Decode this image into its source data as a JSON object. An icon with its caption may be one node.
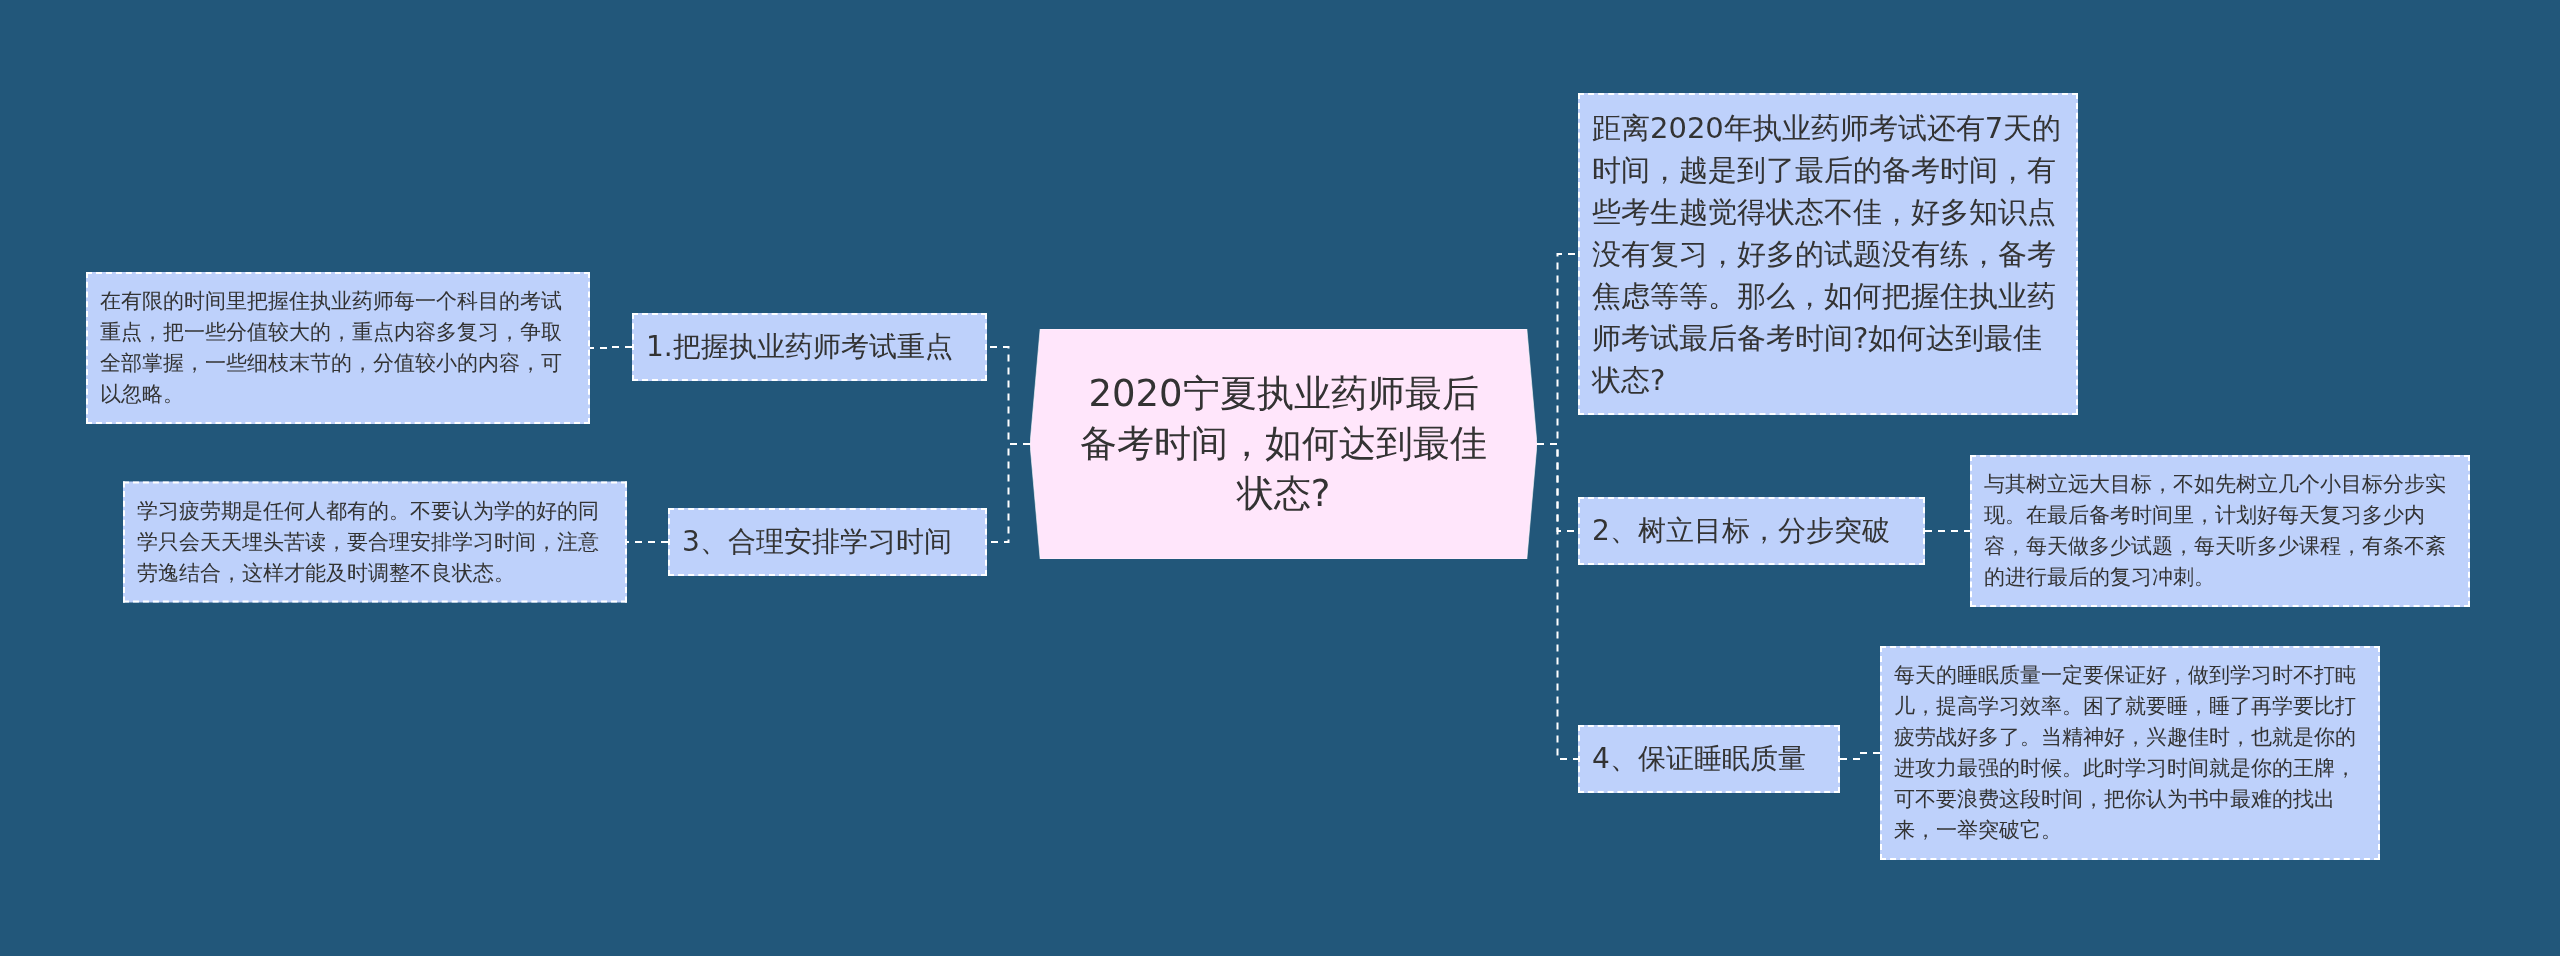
{
  "diagram": {
    "nodes": [
      {
        "text": [
          "2020宁夏执业药师最后备考时间，如何达到最佳状态?"
        ]
      },
      {
        "text": [
          "1.把握执业药师考试重点"
        ]
      },
      {
        "text": [
          "在有限的时间里把握住执业药师每一个科目的考试重点，把一些分值较大的，重点内容多复习，争取全部掌握，一些细枝末节的，分值较小的内容，可以忽略。"
        ]
      },
      {
        "text": [
          "3、合理安排学习时间"
        ]
      },
      {
        "text": [
          "学习疲劳期是任何人都有的。不要认为学的好的同学只会天天埋头苦读，要合理安排学习时间，注意劳逸结合，这样才能及时调整不良状态。"
        ]
      },
      {
        "text": [
          "距离2020年执业药师考试还有7天的时间，越是到了最后的备考时间，有些考生越觉得状态不佳，好多知识点没有复习，好多的试题没有练，备考焦虑等等。那么，如何把握住执业药师考试最后备考时间?如何达到最佳状态?"
        ]
      },
      {
        "text": [
          "2、树立目标，分步突破"
        ]
      },
      {
        "text": [
          "与其树立远大目标，不如先树立几个小目标分步实现。在最后备考时间里，计划好每天复习多少内容，每天做多少试题，每天听多少课程，有条不紊的进行最后的复习冲刺。"
        ]
      },
      {
        "text": [
          "4、保证睡眠质量"
        ]
      },
      {
        "text": [
          "每天的睡眠质量一定要保证好，做到学习时不打盹儿，提高学习效率。困了就要睡，睡了再学要比打疲劳战好多了。当精神好，兴趣佳时，也就是你的进攻力最强的时候。此时学习时间就是你的王牌，可不要浪费这段时间，把你认为书中最难的找出来，一举突破它。"
        ]
      }
    ],
    "edges": [
      {
        "from": 0,
        "to": 1,
        "arrow": "none",
        "style": "dashed"
      },
      {
        "from": 1,
        "to": 2,
        "arrow": "none",
        "style": "dashed"
      },
      {
        "from": 0,
        "to": 3,
        "arrow": "none",
        "style": "dashed"
      },
      {
        "from": 3,
        "to": 4,
        "arrow": "none",
        "style": "dashed"
      },
      {
        "from": 0,
        "to": 5,
        "arrow": "none",
        "style": "dashed"
      },
      {
        "from": 0,
        "to": 6,
        "arrow": "none",
        "style": "dashed"
      },
      {
        "from": 6,
        "to": 7,
        "arrow": "none",
        "style": "dashed"
      },
      {
        "from": 0,
        "to": 8,
        "arrow": "none",
        "style": "dashed"
      },
      {
        "from": 8,
        "to": 9,
        "arrow": "none",
        "style": "dashed"
      }
    ]
  }
}
